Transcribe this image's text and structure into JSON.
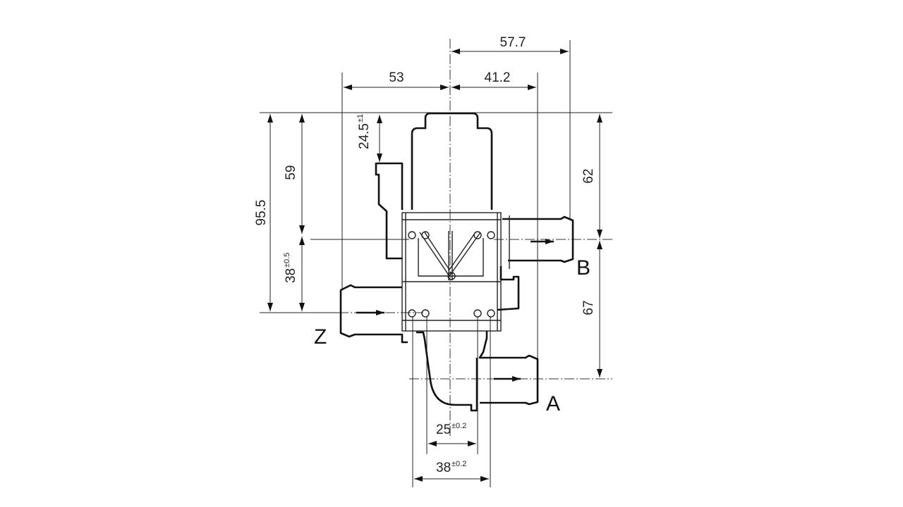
{
  "drawing": {
    "dimensions": {
      "overall_right": "57.7",
      "left_width": "53",
      "right_width": "41.2",
      "connector_offset": {
        "value": "24.5",
        "tolerance": "±1"
      },
      "overall_height": "95.5",
      "top_to_b": "59",
      "b_to_z": {
        "value": "38",
        "tolerance": "±0.5"
      },
      "top_to_b_right": "62",
      "b_to_a": "67",
      "inner_spacing": {
        "value": "25",
        "tolerance": "±0.2"
      },
      "outer_spacing": {
        "value": "38",
        "tolerance": "±0.2"
      }
    },
    "ports": {
      "b": "B",
      "z": "Z",
      "a": "A"
    },
    "colors": {
      "line": "#111111",
      "background": "#ffffff"
    }
  }
}
